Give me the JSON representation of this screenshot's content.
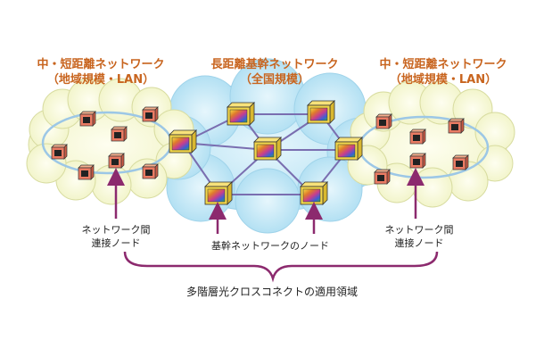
{
  "labels": {
    "left_title_line1": "中・短距離ネットワーク",
    "left_title_line2": "（地域規模・LAN）",
    "center_title_line1": "長距離基幹ネットワーク",
    "center_title_line2": "（全国規模）",
    "right_title_line1": "中・短距離ネットワーク",
    "right_title_line2": "（地域規模・LAN）",
    "left_node_line1": "ネットワーク間",
    "left_node_line2": "連接ノード",
    "center_node": "基幹ネットワークのノード",
    "right_node_line1": "ネットワーク間",
    "right_node_line2": "連接ノード",
    "bottom": "多階層光クロスコネクトの適用領域"
  },
  "colors": {
    "orange_text": "#c8641e",
    "cloud_green": "#fbfbd2",
    "cloud_blue": "#bfe6f5",
    "ring_blue": "#9cc7e6",
    "mesh_line": "#7a6eb0",
    "arrow": "#8c2a6e",
    "node_red": "#ea7b63",
    "node_yellow": "#f2d64a"
  },
  "icons": {
    "regional_node": "switch-cube-icon",
    "backbone_node": "rainbow-switch-cube-icon"
  }
}
